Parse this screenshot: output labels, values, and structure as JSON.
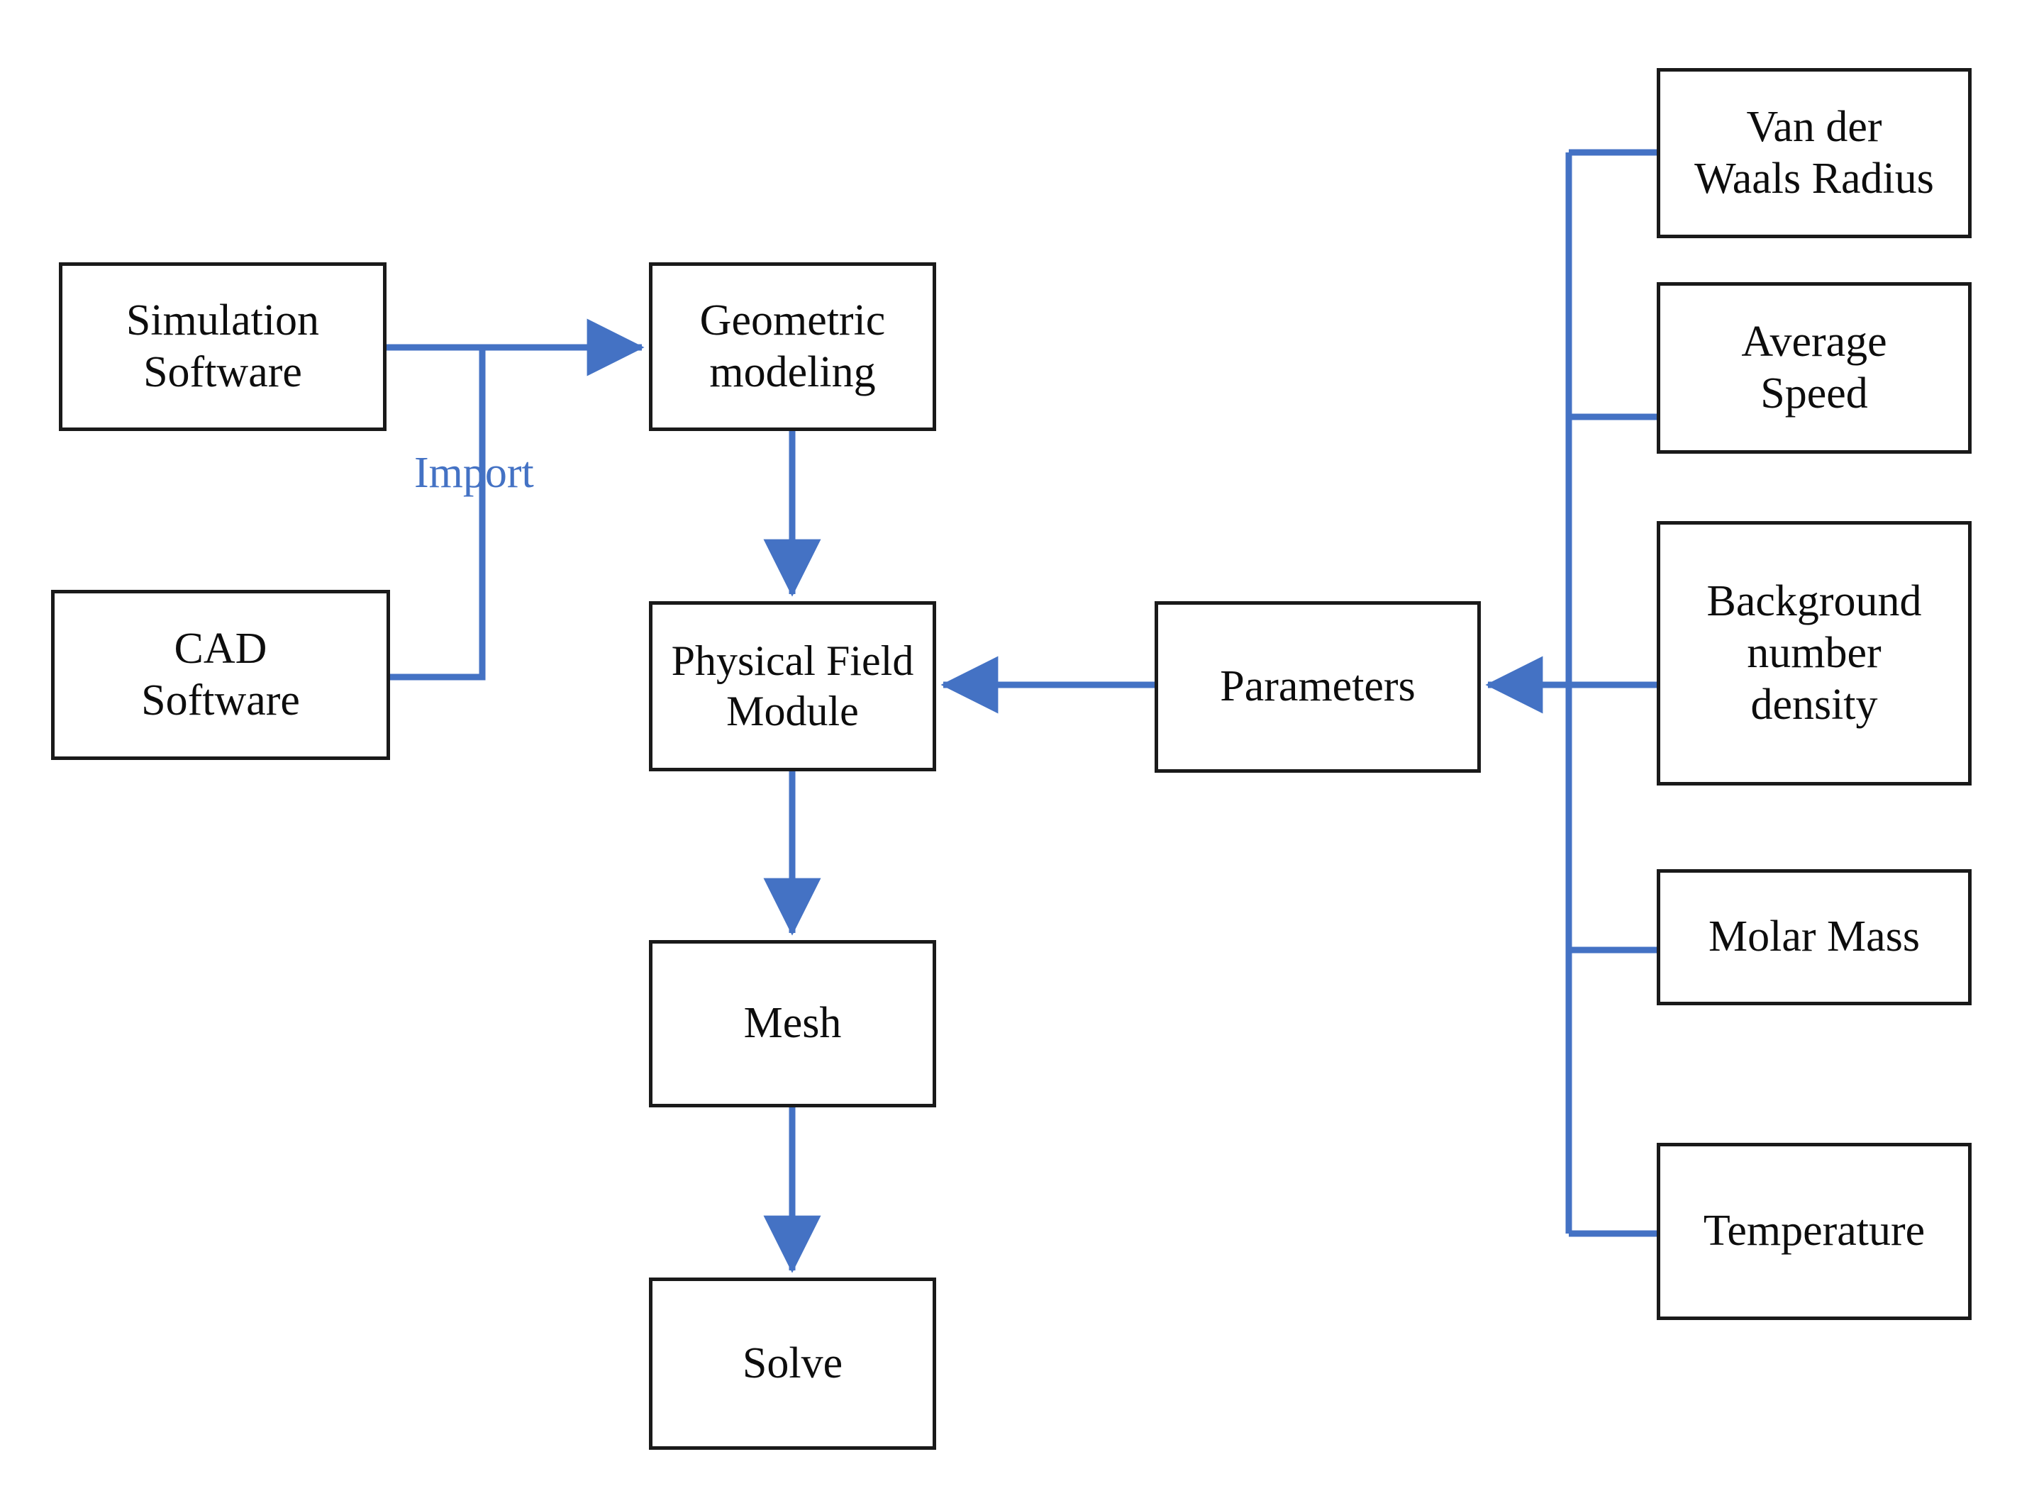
{
  "diagram": {
    "title": "Simulation workflow flowchart",
    "accent_color": "#4472C4",
    "node_border_color": "#1a1a1a",
    "background_color": "#ffffff",
    "nodes": [
      {
        "id": "simulation-software",
        "label": "Simulation\nSoftware"
      },
      {
        "id": "cad-software",
        "label": "CAD\nSoftware"
      },
      {
        "id": "geometric-modeling",
        "label": "Geometric\nmodeling"
      },
      {
        "id": "physical-field",
        "label": "Physical Field\nModule"
      },
      {
        "id": "mesh",
        "label": "Mesh"
      },
      {
        "id": "solve",
        "label": "Solve"
      },
      {
        "id": "parameters",
        "label": "Parameters"
      },
      {
        "id": "vdw-radius",
        "label": "Van der\nWaals Radius"
      },
      {
        "id": "average-speed",
        "label": "Average\nSpeed"
      },
      {
        "id": "background-density",
        "label": "Background\nnumber\ndensity"
      },
      {
        "id": "molar-mass",
        "label": "Molar Mass"
      },
      {
        "id": "temperature",
        "label": "Temperature"
      }
    ],
    "edge_labels": [
      {
        "id": "import",
        "label": "Import"
      }
    ],
    "edges": [
      {
        "from": "simulation-software",
        "to": "geometric-modeling",
        "label": "Import",
        "arrow": true
      },
      {
        "from": "cad-software",
        "to": "geometric-modeling",
        "label": "Import",
        "arrow": true
      },
      {
        "from": "geometric-modeling",
        "to": "physical-field",
        "label": "",
        "arrow": true
      },
      {
        "from": "physical-field",
        "to": "mesh",
        "label": "",
        "arrow": true
      },
      {
        "from": "mesh",
        "to": "solve",
        "label": "",
        "arrow": true
      },
      {
        "from": "parameters",
        "to": "physical-field",
        "label": "",
        "arrow": true
      },
      {
        "from": "vdw-radius",
        "to": "parameters",
        "label": "",
        "arrow": true
      },
      {
        "from": "average-speed",
        "to": "parameters",
        "label": "",
        "arrow": true
      },
      {
        "from": "background-density",
        "to": "parameters",
        "label": "",
        "arrow": true
      },
      {
        "from": "molar-mass",
        "to": "parameters",
        "label": "",
        "arrow": true
      },
      {
        "from": "temperature",
        "to": "parameters",
        "label": "",
        "arrow": true
      }
    ]
  }
}
